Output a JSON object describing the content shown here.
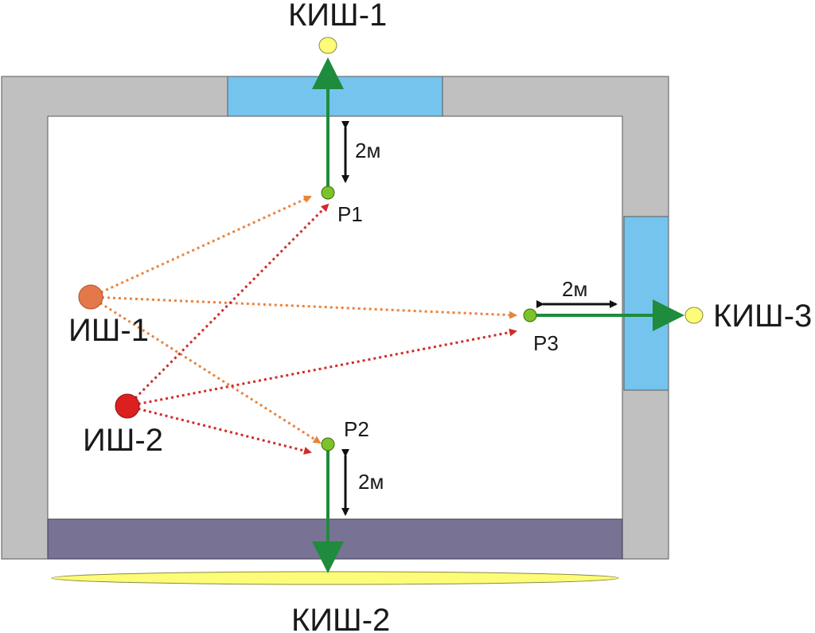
{
  "labels": {
    "kish1": "КИШ-1",
    "kish2": "КИШ-2",
    "kish3": "КИШ-3",
    "ish1": "ИШ-1",
    "ish2": "ИШ-2",
    "p1": "Р1",
    "p2": "Р2",
    "p3": "Р3",
    "dim_p1": "2м",
    "dim_p2": "2м",
    "dim_p3": "2м"
  },
  "colors": {
    "wall": "#c0c0c0",
    "window": "#74c4ee",
    "floor_strip": "#787294",
    "room": "#ffffff",
    "green_arrow": "#1e8c3c",
    "point": "#7cc22b",
    "ish1": "#e4784a",
    "ish2": "#dc2020",
    "ish1_dotted": "#e8843c",
    "ish2_dotted": "#d22a2a",
    "kish_marker": "#fcfc78",
    "dim_arrow": "#111111"
  }
}
